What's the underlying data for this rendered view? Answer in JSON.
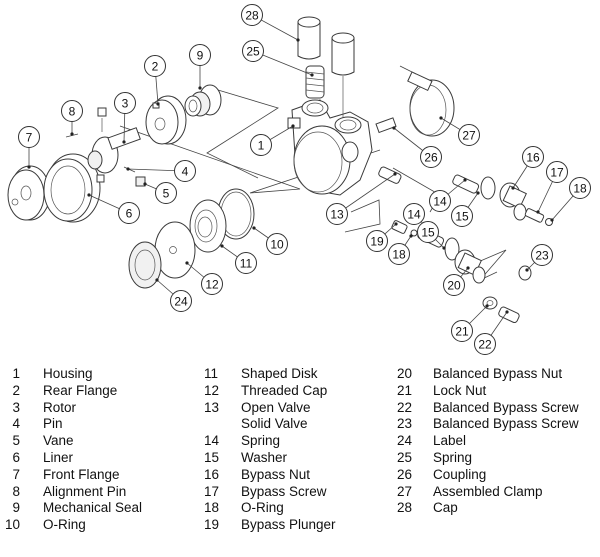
{
  "diagram": {
    "title": "Pump exploded view",
    "callouts": [
      {
        "id": "1",
        "label": "1"
      },
      {
        "id": "2",
        "label": "2"
      },
      {
        "id": "3",
        "label": "3"
      },
      {
        "id": "4",
        "label": "4"
      },
      {
        "id": "5",
        "label": "5"
      },
      {
        "id": "6",
        "label": "6"
      },
      {
        "id": "7",
        "label": "7"
      },
      {
        "id": "8",
        "label": "8"
      },
      {
        "id": "9",
        "label": "9"
      },
      {
        "id": "10",
        "label": "10"
      },
      {
        "id": "11",
        "label": "11"
      },
      {
        "id": "12",
        "label": "12"
      },
      {
        "id": "13",
        "label": "13"
      },
      {
        "id": "14a",
        "label": "14"
      },
      {
        "id": "14b",
        "label": "14"
      },
      {
        "id": "15a",
        "label": "15"
      },
      {
        "id": "15b",
        "label": "15"
      },
      {
        "id": "16",
        "label": "16"
      },
      {
        "id": "17",
        "label": "17"
      },
      {
        "id": "18a",
        "label": "18"
      },
      {
        "id": "18b",
        "label": "18"
      },
      {
        "id": "19",
        "label": "19"
      },
      {
        "id": "20",
        "label": "20"
      },
      {
        "id": "21",
        "label": "21"
      },
      {
        "id": "22",
        "label": "22"
      },
      {
        "id": "23",
        "label": "23"
      },
      {
        "id": "24",
        "label": "24"
      },
      {
        "id": "25",
        "label": "25"
      },
      {
        "id": "26",
        "label": "26"
      },
      {
        "id": "27",
        "label": "27"
      },
      {
        "id": "28",
        "label": "28"
      }
    ]
  },
  "parts_list": {
    "columns": [
      [
        {
          "num": "1",
          "name": "Housing"
        },
        {
          "num": "2",
          "name": "Rear Flange"
        },
        {
          "num": "3",
          "name": "Rotor"
        },
        {
          "num": "4",
          "name": "Pin"
        },
        {
          "num": "5",
          "name": "Vane"
        },
        {
          "num": "6",
          "name": "Liner"
        },
        {
          "num": "7",
          "name": "Front Flange"
        },
        {
          "num": "8",
          "name": "Alignment Pin"
        },
        {
          "num": "9",
          "name": "Mechanical Seal"
        },
        {
          "num": "10",
          "name": "O-Ring"
        }
      ],
      [
        {
          "num": "11",
          "name": "Shaped Disk"
        },
        {
          "num": "12",
          "name": "Threaded Cap"
        },
        {
          "num": "13",
          "name": "Open Valve"
        },
        {
          "num": "",
          "name": "Solid Valve"
        },
        {
          "num": "14",
          "name": "Spring"
        },
        {
          "num": "15",
          "name": "Washer"
        },
        {
          "num": "16",
          "name": "Bypass Nut"
        },
        {
          "num": "17",
          "name": "Bypass Screw"
        },
        {
          "num": "18",
          "name": "O-Ring"
        },
        {
          "num": "19",
          "name": "Bypass Plunger"
        }
      ],
      [
        {
          "num": "20",
          "name": "Balanced Bypass Nut"
        },
        {
          "num": "21",
          "name": "Lock Nut"
        },
        {
          "num": "22",
          "name": "Balanced Bypass Screw"
        },
        {
          "num": "23",
          "name": "Balanced Bypass Screw"
        },
        {
          "num": "24",
          "name": "Label"
        },
        {
          "num": "25",
          "name": "Spring"
        },
        {
          "num": "26",
          "name": "Coupling"
        },
        {
          "num": "27",
          "name": "Assembled Clamp"
        },
        {
          "num": "28",
          "name": "Cap"
        }
      ]
    ]
  }
}
